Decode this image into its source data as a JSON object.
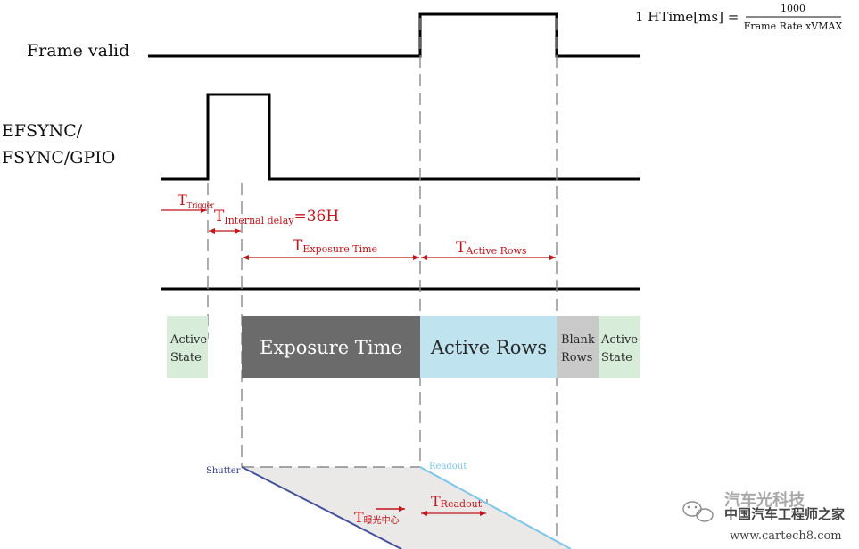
{
  "formula": {
    "lhs": "1 HTime[ms] =",
    "numerator": "1000",
    "denominator": "Frame Rate xVMAX"
  },
  "signals": {
    "frame_valid": "Frame valid",
    "efsync_line1": "EFSYNC/",
    "efsync_line2": "FSYNC/GPIO"
  },
  "timing": {
    "t_trigger": {
      "base": "T",
      "sub": "Trigger"
    },
    "t_internal_delay": {
      "base": "T",
      "sub": "Internal delay",
      "suffix": "=36H"
    },
    "t_exposure": {
      "base": "T",
      "sub": "Exposure Time"
    },
    "t_active_rows": {
      "base": "T",
      "sub": "Active Rows"
    }
  },
  "states": {
    "active_state_left": [
      "Active",
      "State"
    ],
    "exposure_time": "Exposure Time",
    "active_rows": "Active Rows",
    "blank_rows": [
      "Blank",
      "Rows"
    ],
    "active_state_right": [
      "Active",
      "State"
    ]
  },
  "readout": {
    "shutter": "Shutter",
    "readout": "Readout",
    "t_center": {
      "base": "T",
      "sub": "曝光中心"
    },
    "t_readout": {
      "base": "T",
      "sub": "Readout"
    }
  },
  "watermark": {
    "cn_top": "汽车光科技",
    "cn_bottom": "中国汽车工程师之家",
    "url": "www.cartech8.com"
  },
  "colors": {
    "red": "#c0161c",
    "exposure_box": "#6b6b6b",
    "active_rows_box": "#bfe3ef",
    "blank_rows_box": "#c9c9c9",
    "active_state_box": "#d7ecd9",
    "shutter_line": "#44529a",
    "readout_line": "#7fc6e8"
  }
}
